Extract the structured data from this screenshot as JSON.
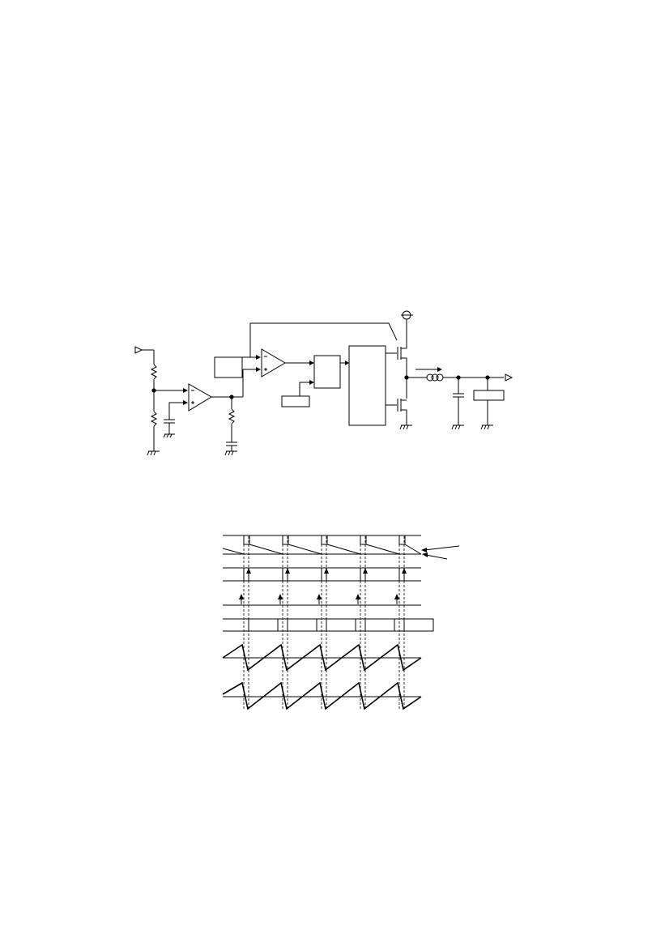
{
  "page": {
    "background": "#ffffff",
    "stroke_color": "#000000"
  },
  "schematic": {
    "components": [
      "input-terminal",
      "divider-resistor-top",
      "divider-resistor-bottom",
      "soft-start-capacitor",
      "error-amplifier",
      "compensation-resistor",
      "compensation-capacitor",
      "slope-block",
      "pwm-comparator",
      "oscillator-block",
      "latch-block",
      "gate-driver-block",
      "high-side-mosfet",
      "low-side-mosfet",
      "supply-terminal",
      "output-inductor",
      "output-capacitor",
      "load-block",
      "output-terminal"
    ],
    "labels": []
  },
  "timing_diagram": {
    "cycles": 5,
    "traces": [
      "slope-compensated-comparator-input",
      "clock-pulse",
      "clock-trigger-arrows",
      "reset-level",
      "pwm-output",
      "inductor-current",
      "switch-current"
    ],
    "labels": []
  }
}
